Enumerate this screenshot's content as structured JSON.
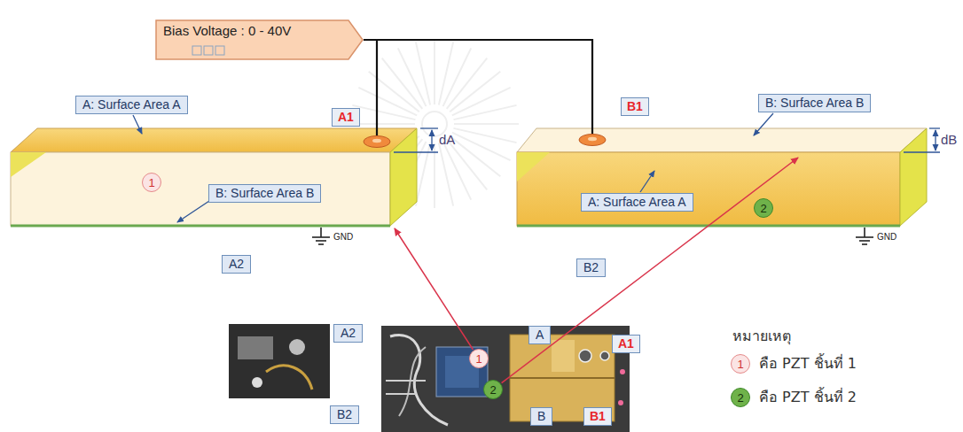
{
  "diagram": {
    "nodes": [
      {
        "text": [
          "Bias Voltage : 0 - 40V"
        ]
      },
      {
        "text": [
          "A: Surface Area A"
        ]
      },
      {
        "text": [
          "A1"
        ]
      },
      {
        "text": [
          "B1"
        ]
      },
      {
        "text": [
          "B: Surface Area B"
        ]
      },
      {
        "text": [
          "1"
        ]
      },
      {
        "text": [
          "B: Surface Area B"
        ]
      },
      {
        "text": [
          "A: Surface Area A"
        ]
      },
      {
        "text": [
          "2"
        ]
      },
      {
        "text": [
          "A2"
        ]
      },
      {
        "text": [
          "B2"
        ]
      },
      {
        "text": [
          "A"
        ]
      },
      {
        "text": [
          "A1"
        ]
      },
      {
        "text": [
          "1"
        ]
      },
      {
        "text": [
          "2"
        ]
      },
      {
        "text": [
          "B"
        ]
      },
      {
        "text": [
          "B1"
        ]
      },
      {
        "text": [
          "A2"
        ]
      },
      {
        "text": [
          "B2"
        ]
      },
      {
        "text": [
          "1"
        ]
      },
      {
        "text": [
          "2"
        ]
      }
    ],
    "labels": [
      "dA",
      "GND",
      "dB",
      "GND",
      "หมายเหตุ"
    ],
    "legend": [
      {
        "text": "คือ PZT ชิ้นที่ 1"
      },
      {
        "text": "คือ PZT ชิ้นที่ 2"
      }
    ]
  }
}
